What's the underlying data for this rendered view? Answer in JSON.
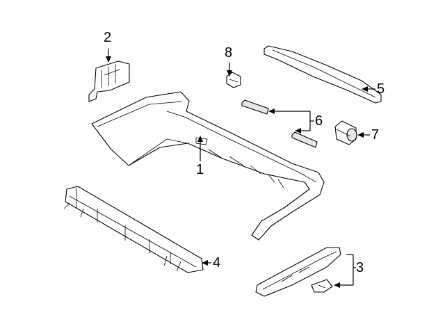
{
  "diagram": {
    "callouts": [
      {
        "id": "1",
        "label": "1"
      },
      {
        "id": "2",
        "label": "2"
      },
      {
        "id": "3",
        "label": "3"
      },
      {
        "id": "4",
        "label": "4"
      },
      {
        "id": "5",
        "label": "5"
      },
      {
        "id": "6",
        "label": "6"
      },
      {
        "id": "7",
        "label": "7"
      },
      {
        "id": "8",
        "label": "8"
      }
    ],
    "parts": [
      {
        "callout": "1",
        "icon": "bumper-cover-icon"
      },
      {
        "callout": "2",
        "icon": "mounting-bracket-icon"
      },
      {
        "callout": "3",
        "icon": "step-pad-icon"
      },
      {
        "callout": "4",
        "icon": "impact-bar-icon"
      },
      {
        "callout": "5",
        "icon": "upper-trim-strip-icon"
      },
      {
        "callout": "6",
        "icon": "reflector-icon"
      },
      {
        "callout": "7",
        "icon": "park-sensor-icon"
      },
      {
        "callout": "8",
        "icon": "clip-icon"
      }
    ]
  }
}
